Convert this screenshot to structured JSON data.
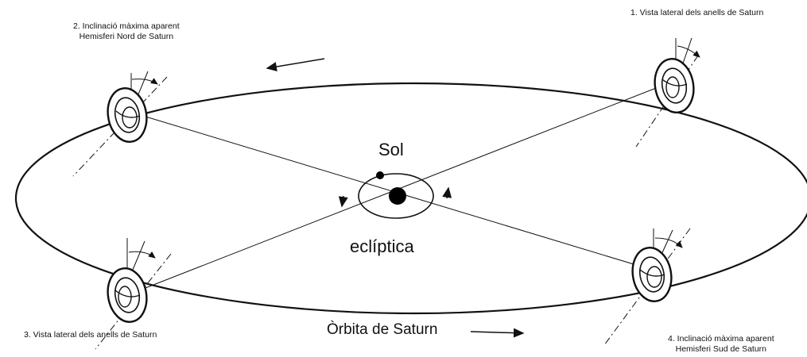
{
  "labels": {
    "p1": [
      "1. Vista lateral dels anells de Saturn"
    ],
    "p2": [
      "2. Inclinació màxima aparent",
      "Hemisferi Nord de Saturn"
    ],
    "p3": [
      "3. Vista lateral dels anells de Saturn"
    ],
    "p4": [
      "4. Inclinació màxima aparent",
      "Hemisferi Sud de Saturn"
    ],
    "sun": "Sol",
    "ecliptic": "eclíptica",
    "orbit": "Òrbita de Saturn"
  },
  "colors": {
    "ink": "#111111",
    "background": "#ffffff"
  }
}
